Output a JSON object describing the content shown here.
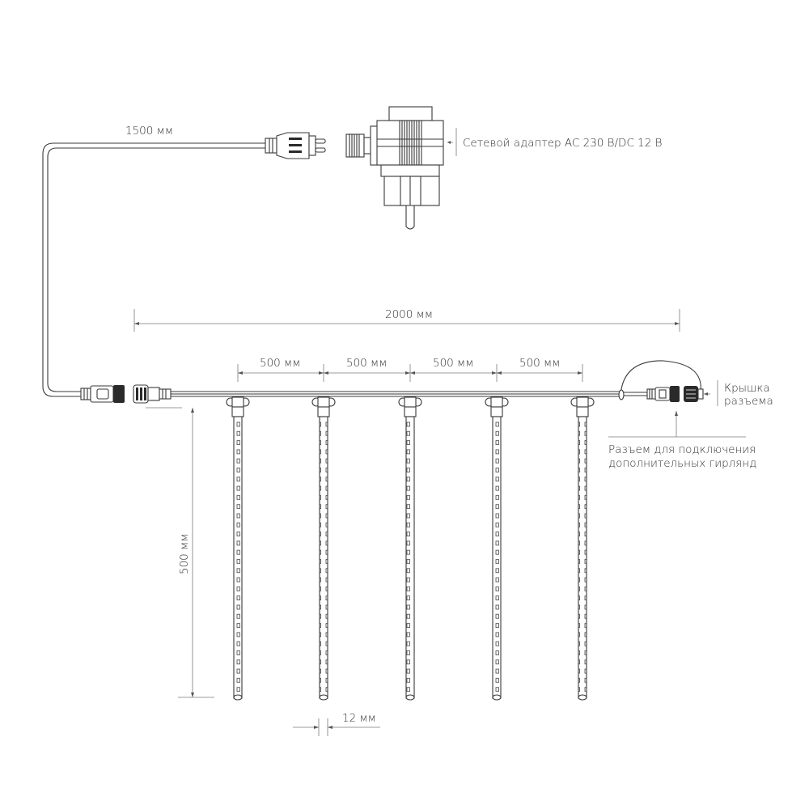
{
  "diagram": {
    "type": "technical-drawing",
    "subject": "LED meteor tube garland with power adapter",
    "labels": {
      "adapter": "Сетевой адаптер AC 230 В/DC 12 В",
      "cable_length": "1500 мм",
      "total_length": "2000 мм",
      "spacing_1": "500 мм",
      "spacing_2": "500 мм",
      "spacing_3": "500 мм",
      "spacing_4": "500 мм",
      "tube_length": "500 мм",
      "tube_diameter": "12 мм",
      "cap_line1": "Крышка",
      "cap_line2": "разъема",
      "connector_line1": "Разъем для подключения",
      "connector_line2": "дополнительных гирлянд"
    },
    "tubes": {
      "count": 5,
      "x_positions": [
        294,
        400,
        507,
        614,
        720
      ]
    },
    "colors": {
      "line": "#3a3a3a",
      "dimension": "#7a7a7a",
      "text": "#333333"
    }
  }
}
